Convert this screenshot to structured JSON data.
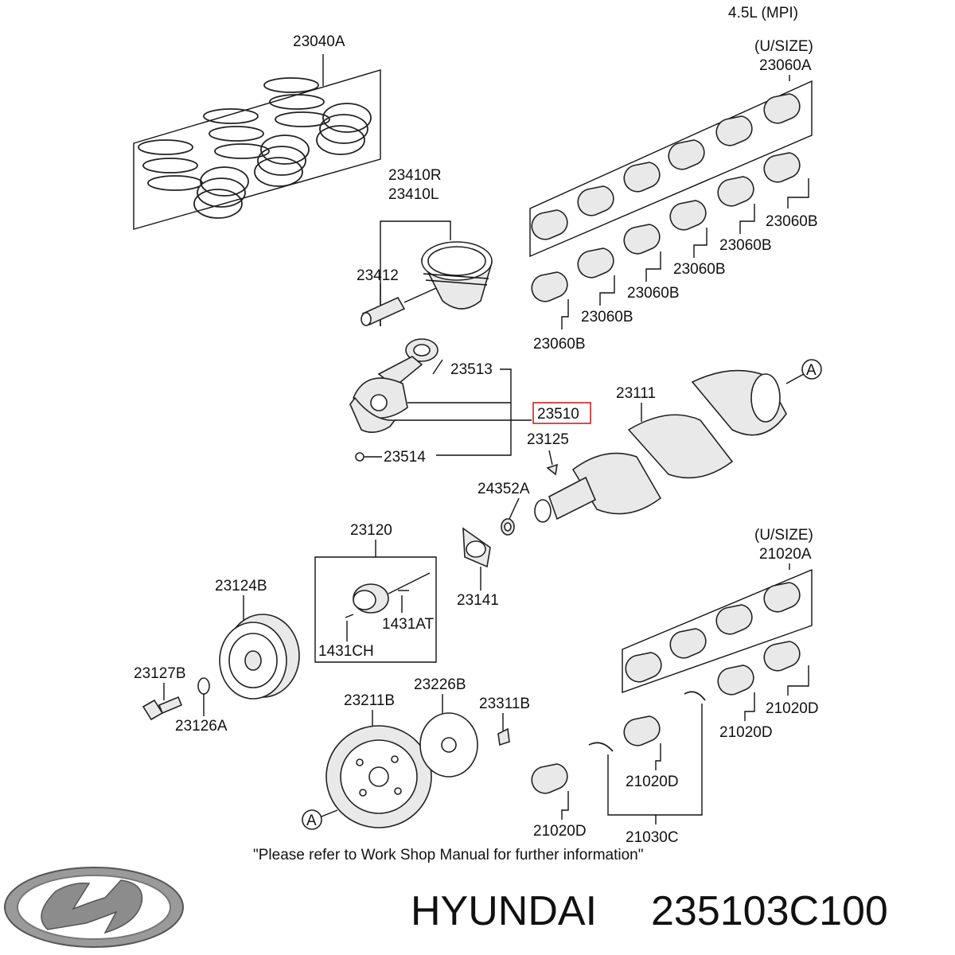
{
  "header": {
    "engine": "4.5L (MPI)"
  },
  "usize_upper": {
    "label": "(U/SIZE)",
    "part": "23060A"
  },
  "usize_lower": {
    "label": "(U/SIZE)",
    "part": "21020A"
  },
  "parts": {
    "p23040A": "23040A",
    "p23410R": "23410R",
    "p23410L": "23410L",
    "p23412": "23412",
    "p23060B": "23060B",
    "p23513": "23513",
    "p23510": "23510",
    "p23514": "23514",
    "p23111": "23111",
    "p23125": "23125",
    "p24352A": "24352A",
    "p23120": "23120",
    "p23141": "23141",
    "p23124B": "23124B",
    "p1431AT": "1431AT",
    "p1431CH": "1431CH",
    "p23127B": "23127B",
    "p23126A": "23126A",
    "p23211B": "23211B",
    "p23226B": "23226B",
    "p23311B": "23311B",
    "p21020D": "21020D",
    "p21030C": "21030C",
    "refA": "A"
  },
  "footer_note": "\"Please refer to Work Shop Manual for further information\"",
  "brand": {
    "name": "HYUNDAI",
    "part_number": "235103C100"
  },
  "colors": {
    "highlight": "#cc2222",
    "line": "#111111"
  },
  "icons": {
    "logo": "hyundai-logo"
  }
}
